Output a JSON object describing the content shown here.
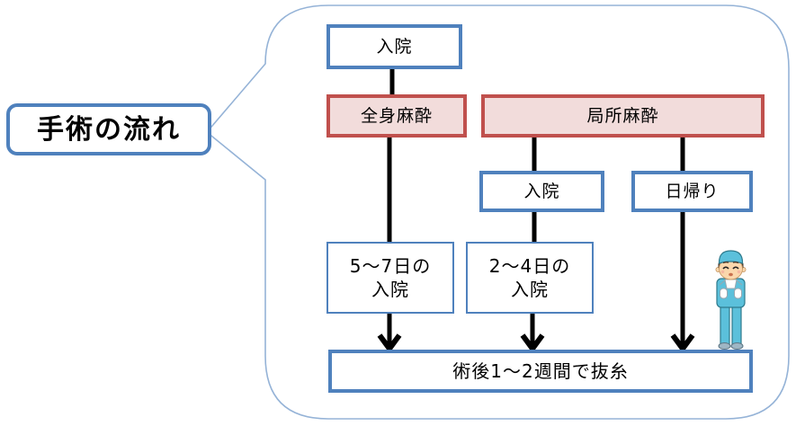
{
  "callout": {
    "label": "手術の流れ"
  },
  "flow": {
    "admission_top": "入院",
    "general_anesthesia": "全身麻酔",
    "local_anesthesia": "局所麻酔",
    "local_admission": "入院",
    "day_surgery": "日帰り",
    "general_stay_line1": "5〜7日の",
    "general_stay_line2": "入院",
    "local_stay_line1": "2〜4日の",
    "local_stay_line2": "入院",
    "result": "術後1〜2週間で抜糸"
  },
  "icons": {
    "surgeon": "surgeon-character"
  },
  "colors": {
    "accent_blue": "#4F81BD",
    "accent_red": "#C0504D",
    "red_fill": "#F2DCDB",
    "bubble_outline": "#95B3D7",
    "arrow_black": "#000000",
    "scrub_teal": "#5BC0DB",
    "scrub_outline": "#2F7A8C",
    "skin": "#FBD7AC",
    "shoe_gray": "#9FB6C4",
    "background": "#FFFFFF"
  }
}
